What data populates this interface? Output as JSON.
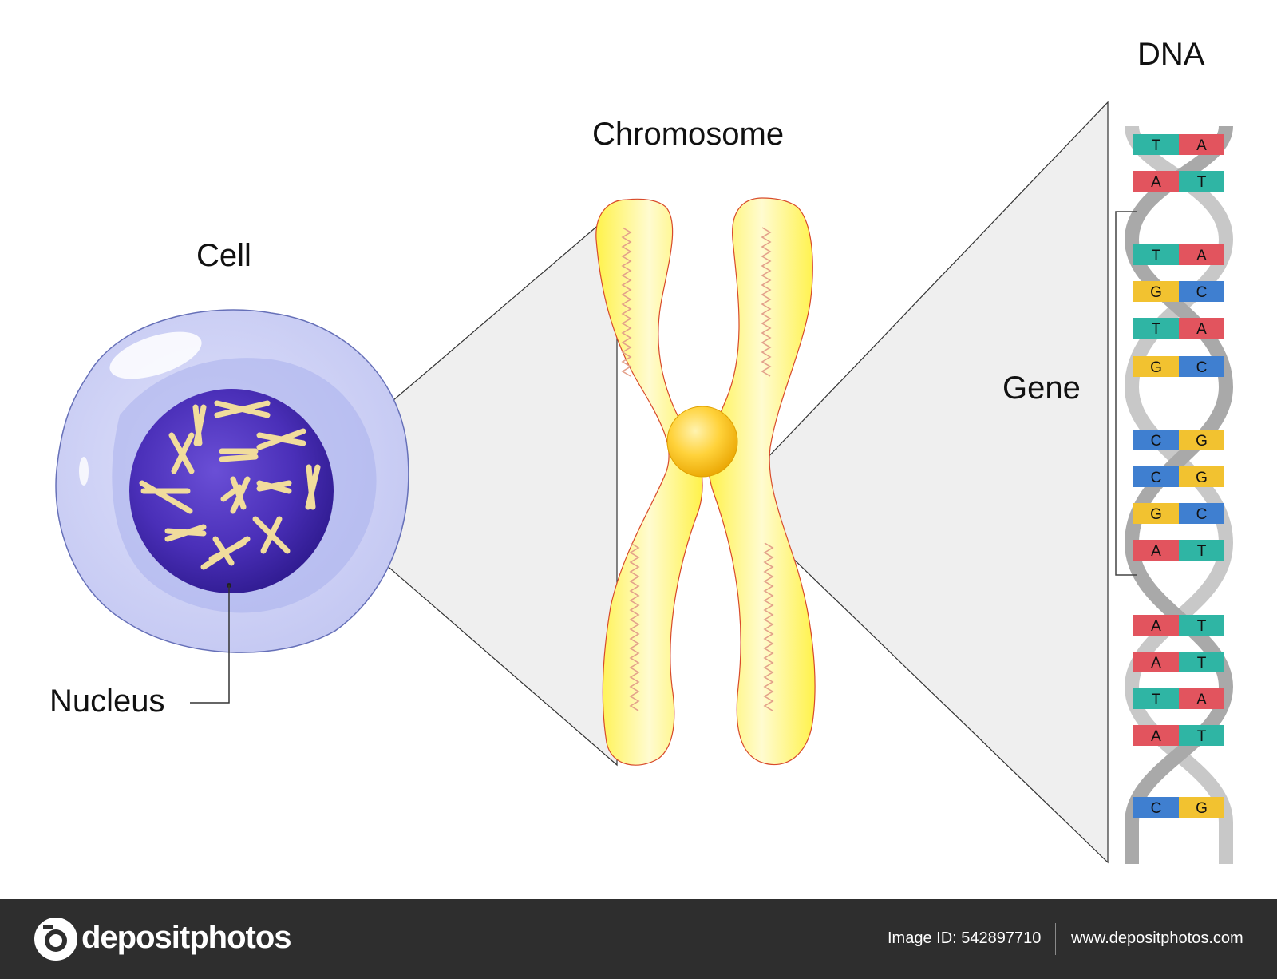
{
  "labels": {
    "cell": "Cell",
    "nucleus": "Nucleus",
    "chromosome": "Chromosome",
    "dna": "DNA",
    "gene": "Gene"
  },
  "dna_pairs": [
    {
      "left": "T",
      "right": "A",
      "section": "upper"
    },
    {
      "left": "A",
      "right": "T",
      "section": "upper"
    },
    {
      "left": "T",
      "right": "A",
      "section": "gene"
    },
    {
      "left": "G",
      "right": "C",
      "section": "gene"
    },
    {
      "left": "T",
      "right": "A",
      "section": "gene"
    },
    {
      "left": "G",
      "right": "C",
      "section": "gene"
    },
    {
      "left": "C",
      "right": "G",
      "section": "gene"
    },
    {
      "left": "C",
      "right": "G",
      "section": "gene"
    },
    {
      "left": "G",
      "right": "C",
      "section": "gene"
    },
    {
      "left": "A",
      "right": "T",
      "section": "gene"
    },
    {
      "left": "A",
      "right": "T",
      "section": "lower"
    },
    {
      "left": "A",
      "right": "T",
      "section": "lower"
    },
    {
      "left": "T",
      "right": "A",
      "section": "lower"
    },
    {
      "left": "A",
      "right": "T",
      "section": "lower"
    },
    {
      "left": "C",
      "right": "G",
      "section": "lower"
    }
  ],
  "base_colors": {
    "A": "#e2545e",
    "T": "#2fb5a4",
    "G": "#f2c230",
    "C": "#3f7fd0"
  },
  "footer": {
    "brand": "depositphotos",
    "image_id": "Image ID: 542897710",
    "site": "www.depositphotos.com"
  }
}
